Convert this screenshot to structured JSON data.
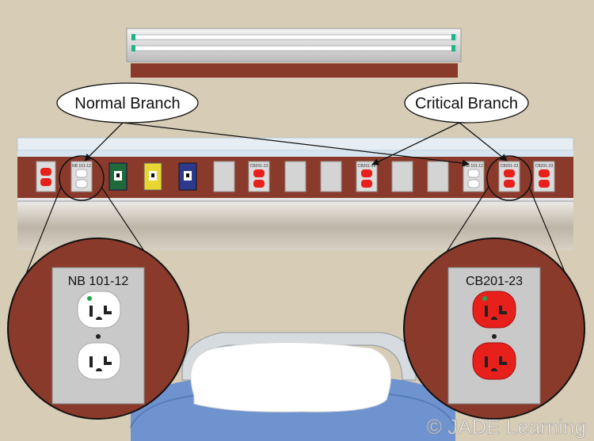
{
  "callouts": {
    "normal": "Normal Branch",
    "critical": "Critical Branch"
  },
  "panel_labels": {
    "normal_small": "NB 101-12",
    "critical_small": "CB201-23",
    "normal_zoom": "NB 101-12",
    "critical_zoom": "CB201-23"
  },
  "watermark": "© JADE Learning",
  "colors": {
    "wall": "#d7ccb5",
    "headwall": "#8a3a2a",
    "critical_receptacle": "#e8201c",
    "normal_receptacle": "#ffffff",
    "plate": "#c9c9c9",
    "accent_green": "#1fb38a",
    "blanket": "#6f93cf"
  }
}
